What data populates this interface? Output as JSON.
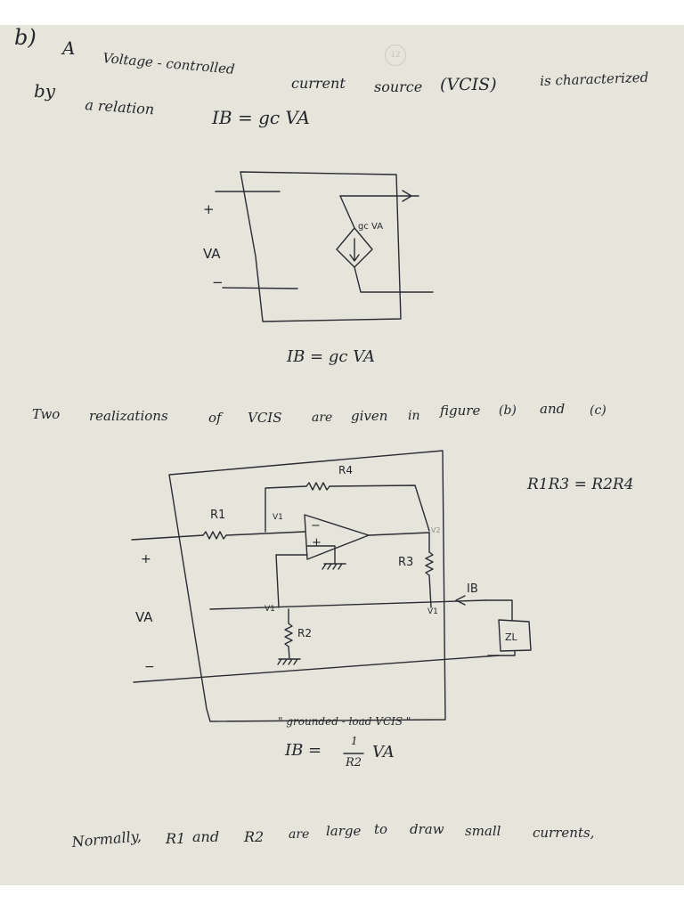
{
  "page_number": "12",
  "heading": {
    "part_label": "b)",
    "line1_a": "A",
    "line1_b": "Voltage - controlled",
    "line1_c": "current",
    "line1_d": "source",
    "line1_e": "(VCIS)",
    "line1_f": "is characterized",
    "line2_a": "by",
    "line2_b": "a relation",
    "relation": "IB = gc VA"
  },
  "figure_a": {
    "plus": "+",
    "va": "VA",
    "minus": "−",
    "source_label": "gc VA",
    "caption": "IB = gc VA"
  },
  "intro_text": {
    "w1": "Two",
    "w2": "realizations",
    "w3": "of",
    "w4": "VCIS",
    "w5": "are",
    "w6": "given",
    "w7": "in",
    "w8": "figure",
    "w9": "(b)",
    "w10": "and",
    "w11": "(c)"
  },
  "figure_b": {
    "r4": "R4",
    "r1": "R1",
    "v1_top": "V1",
    "v_out": "V2",
    "opamp_minus": "−",
    "opamp_plus": "+",
    "r3": "R3",
    "plus": "+",
    "va": "VA",
    "minus": "−",
    "v1_mid": "V1",
    "r2": "R2",
    "v1_right": "V1",
    "ib": "IB",
    "zl": "ZL",
    "condition": "R1R3 = R2R4",
    "caption": "\" grounded - load VCIS \"",
    "equation_lhs": "IB =",
    "equation_num": "1",
    "equation_den": "R2",
    "equation_rhs": "VA"
  },
  "footer_text": {
    "w1": "Normally,",
    "w2": "R1",
    "w3": "and",
    "w4": "R2",
    "w5": "are",
    "w6": "large",
    "w7": "to",
    "w8": "draw",
    "w9": "small",
    "w10": "currents,"
  }
}
